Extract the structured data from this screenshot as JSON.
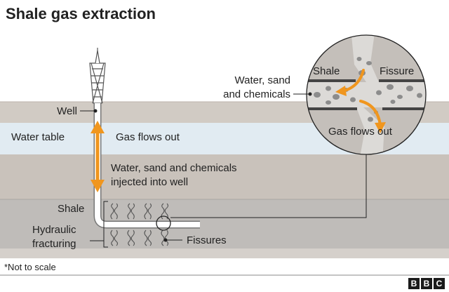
{
  "title": "Shale gas extraction",
  "labels": {
    "well": "Well",
    "water_table": "Water table",
    "gas_flows_out": "Gas flows out",
    "injected_line1": "Water, sand and chemicals",
    "injected_line2": "injected into well",
    "shale": "Shale",
    "hydraulic_line1": "Hydraulic",
    "hydraulic_line2": "fracturing",
    "fissures": "Fissures",
    "note": "*Not to scale"
  },
  "inset": {
    "input_line1": "Water, sand",
    "input_line2": "and chemicals",
    "shale": "Shale",
    "fissure": "Fissure",
    "gas_flows_out": "Gas flows out"
  },
  "brand": [
    "B",
    "B",
    "C"
  ],
  "colors": {
    "top_layer": "#d1cbc4",
    "water_table": "#e1ebf2",
    "rock_layer": "#c9c2bb",
    "shale_layer": "#bfbcb9",
    "bottom_layer": "#d5d0cb",
    "arrow": "#f0961e",
    "pipe": "#ffffff",
    "line": "#222222"
  }
}
